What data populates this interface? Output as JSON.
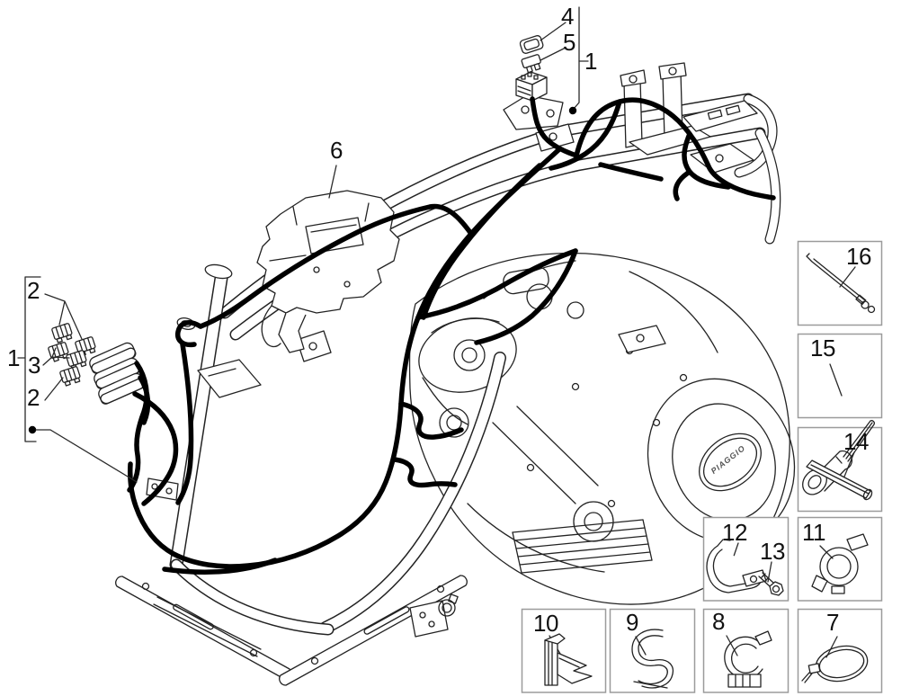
{
  "figure": {
    "type": "exploded-parts-diagram",
    "subject": "Scooter frame with engine and main cable harness",
    "brand_text": "PIAGGIO"
  },
  "colors": {
    "background": "#ffffff",
    "line_art": "#232323",
    "harness": "#000000",
    "inset_box_border": "#9b9b9b",
    "label_text": "#111111"
  },
  "callouts": {
    "c4": {
      "label": "4",
      "part": "fuse-cover"
    },
    "c5": {
      "label": "5",
      "part": "blade-fuse"
    },
    "c1_top": {
      "label": "1",
      "part": "main-cable-harness"
    },
    "c6": {
      "label": "6",
      "part": "fuse-holder-bracket"
    },
    "c2_upper": {
      "label": "2",
      "part": "small-connector"
    },
    "c1_left": {
      "label": "1",
      "part": "main-cable-harness"
    },
    "c3": {
      "label": "3",
      "part": "small-connector"
    },
    "c2_lower": {
      "label": "2",
      "part": "small-connector"
    }
  },
  "insets": {
    "b16": {
      "label": "16",
      "part": "long-cable-tie"
    },
    "b15": {
      "label": "15",
      "part": "terminal-connector"
    },
    "b14": {
      "label": "14",
      "part": "protection-sleeve"
    },
    "b12": {
      "label": "12",
      "part": "clamp-bracket"
    },
    "b13": {
      "label": "13",
      "part": "flanged-bolt"
    },
    "b11": {
      "label": "11",
      "part": "cable-clip"
    },
    "b10": {
      "label": "10",
      "part": "push-rivet-holder"
    },
    "b9": {
      "label": "9",
      "part": "spring-clip"
    },
    "b8": {
      "label": "8",
      "part": "cable-clamp"
    },
    "b7": {
      "label": "7",
      "part": "cable-tie"
    }
  }
}
